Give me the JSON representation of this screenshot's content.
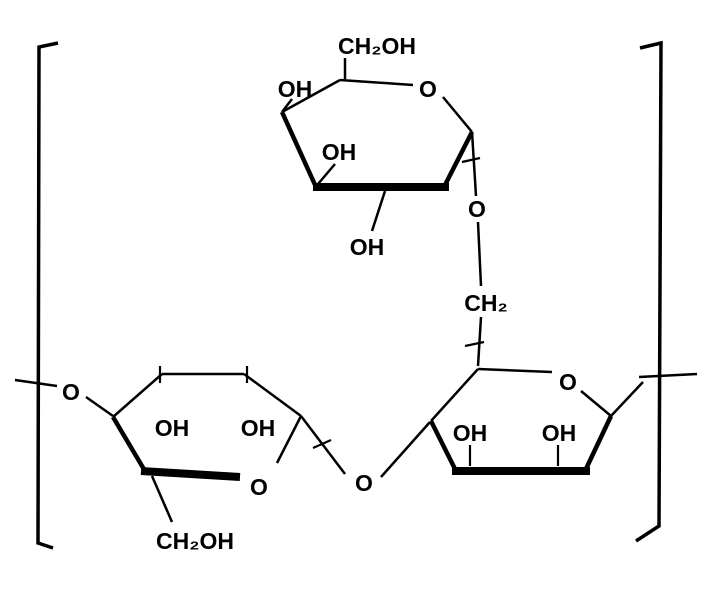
{
  "colors": {
    "ink": "#000000",
    "background": "#ffffff"
  },
  "labels": {
    "top_ring": {
      "ch2oh": "CH₂OH",
      "oh_left": "OH",
      "ring_oxygen": "O",
      "oh_inner": "OH",
      "oh_bottom": "OH"
    },
    "top_linkage": {
      "oxygen": "O",
      "ch2": "CH₂"
    },
    "left_ring": {
      "chain_oxygen": "O",
      "oh_a": "OH",
      "oh_b": "OH",
      "ring_oxygen": "O",
      "ch2oh": "CH₂OH"
    },
    "mid_linkage": {
      "oxygen": "O"
    },
    "right_ring": {
      "oh_a": "OH",
      "oh_b": "OH",
      "ring_oxygen": "O"
    }
  }
}
